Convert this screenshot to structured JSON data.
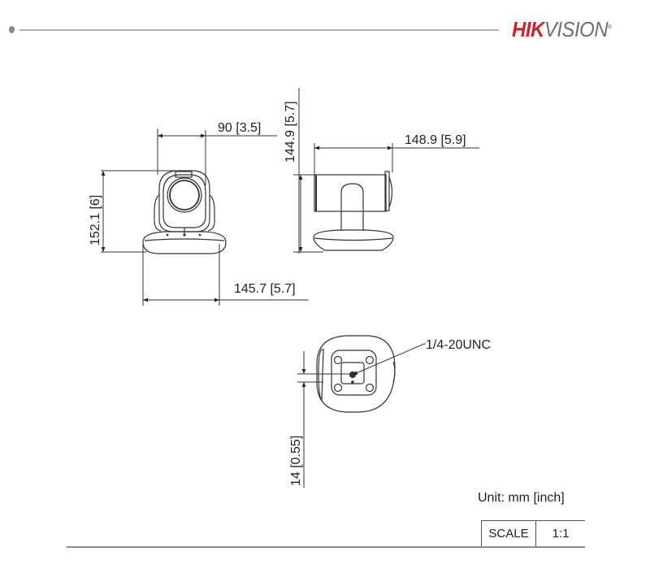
{
  "header": {
    "logo": {
      "brand_red": "HIK",
      "brand_grey": "VISION",
      "registered": "®",
      "colors": {
        "red": "#d1202a",
        "grey": "#6f6f6f"
      }
    }
  },
  "drawing": {
    "front_view": {
      "width_dim": "90  [3.5]",
      "height_dim": "152.1  [6]",
      "base_width_dim": "145.7 [5.7]"
    },
    "side_view": {
      "height_dim": "144.9 [5.7]",
      "depth_dim": "148.9 [5.9]"
    },
    "bottom_view": {
      "thread_label": "1/4-20UNC",
      "offset_dim": "14 [0.55]"
    }
  },
  "footer": {
    "unit": "Unit: mm [inch]",
    "scale_label": "SCALE",
    "scale_value": "1:1"
  }
}
